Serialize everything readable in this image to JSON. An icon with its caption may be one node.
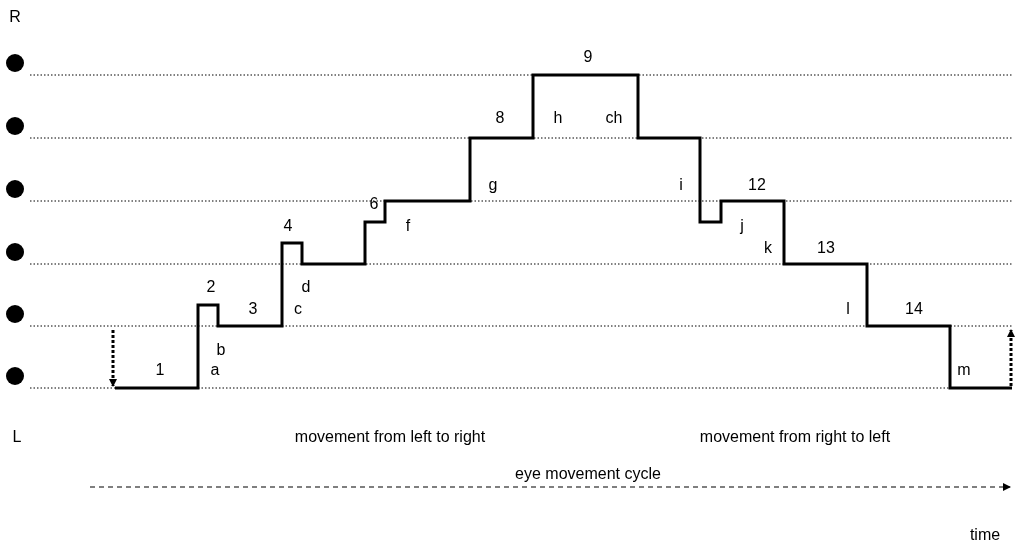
{
  "diagram": {
    "labels": [
      "R",
      "9",
      "8",
      "h",
      "ch",
      "g",
      "i",
      "12",
      "4",
      "6",
      "f",
      "j",
      "k",
      "13",
      "2",
      "d",
      "3",
      "c",
      "l",
      "14",
      "b",
      "1",
      "a",
      "m",
      "L",
      "movement from left to right",
      "movement from right to left",
      "eye movement cycle",
      "time"
    ]
  }
}
